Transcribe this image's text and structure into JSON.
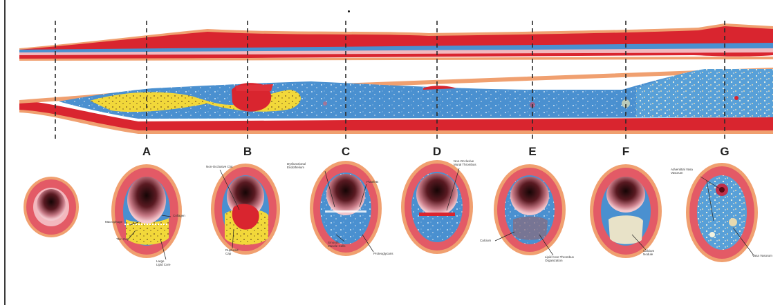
{
  "section_letters": [
    "A",
    "B",
    "C",
    "D",
    "E",
    "F",
    "G"
  ],
  "labels": {
    "a_macrophage": "Macrophage",
    "a_thin_cap": "Thin Cap",
    "a_collagen": "Collagen",
    "a_lipid_core": "Large Lipid Core",
    "b_disruption": "Non-Occlusive Clot",
    "b_ruptured": "Ruptured Cap",
    "c_endothelium": "Dysfunctional Endothelium",
    "c_platelets": "Platelets",
    "c_smooth_muscle": "Smooth Muscle Cells",
    "c_proteoglycans": "Proteoglycans",
    "d_clot": "Non-Occlusive Mural Thrombus",
    "e_calcium": "Calcium",
    "e_thrombus": "Lipid Core Thrombus Organization",
    "f_calcium": "Calcium Nodule",
    "g_angiogenesis": "Adventitial Vasa Vasorum",
    "g_vessels": "Vasa Vasorum"
  },
  "colors": {
    "wall": "#d9252f",
    "adventitia": "#f0a070",
    "intima": "#4a90d0",
    "lipid": "#f2d83a",
    "background": "#ffffff"
  }
}
